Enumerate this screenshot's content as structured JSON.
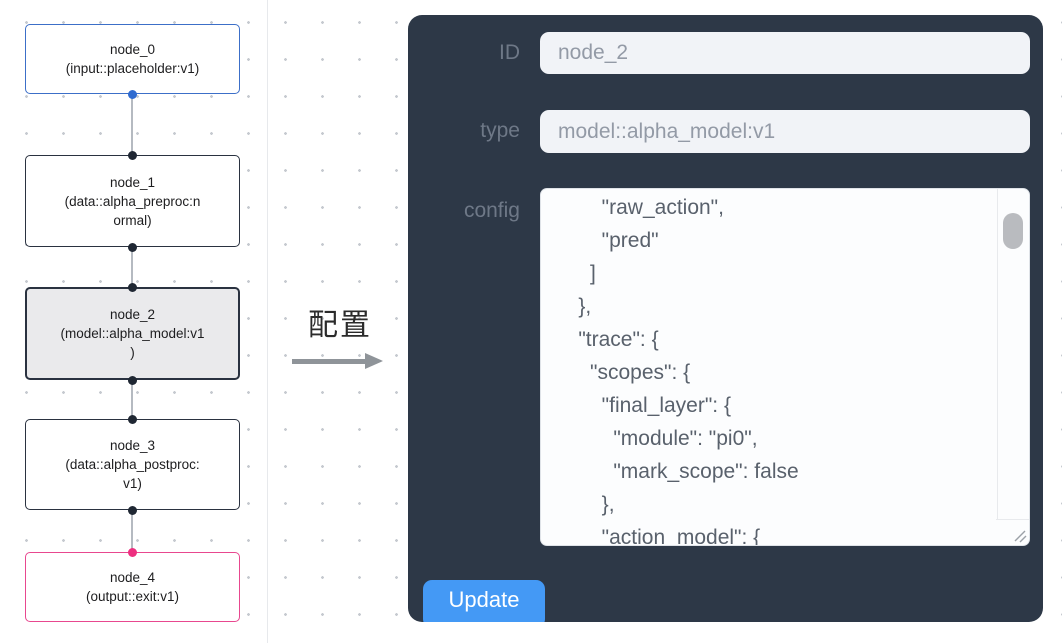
{
  "flow": {
    "nodes": [
      {
        "id": "node_0",
        "label": "node_0\n(input::placeholder:v1)",
        "variant": "input"
      },
      {
        "id": "node_1",
        "label": "node_1\n(data::alpha_preproc:n\normal)",
        "variant": "default"
      },
      {
        "id": "node_2",
        "label": "node_2\n(model::alpha_model:v1\n)",
        "variant": "selected"
      },
      {
        "id": "node_3",
        "label": "node_3\n(data::alpha_postproc:\nv1)",
        "variant": "default"
      },
      {
        "id": "node_4",
        "label": "node_4\n(output::exit:v1)",
        "variant": "output"
      }
    ]
  },
  "annotation": {
    "label": "配置"
  },
  "panel": {
    "id_label": "ID",
    "id_value": "node_2",
    "type_label": "type",
    "type_value": "model::alpha_model:v1",
    "config_label": "config",
    "config_value": "        \"raw_action\",\n        \"pred\"\n      ]\n    },\n    \"trace\": {\n      \"scopes\": {\n        \"final_layer\": {\n          \"module\": \"pi0\",\n          \"mark_scope\": false\n        },\n        \"action_model\": {",
    "update_label": "Update"
  },
  "colors": {
    "panel_bg": "#2d3847",
    "accent_blue": "#4499f5",
    "input_node_border": "#3c6fc8",
    "output_node_border": "#e8478f",
    "selected_node_bg": "#eaeaec"
  }
}
